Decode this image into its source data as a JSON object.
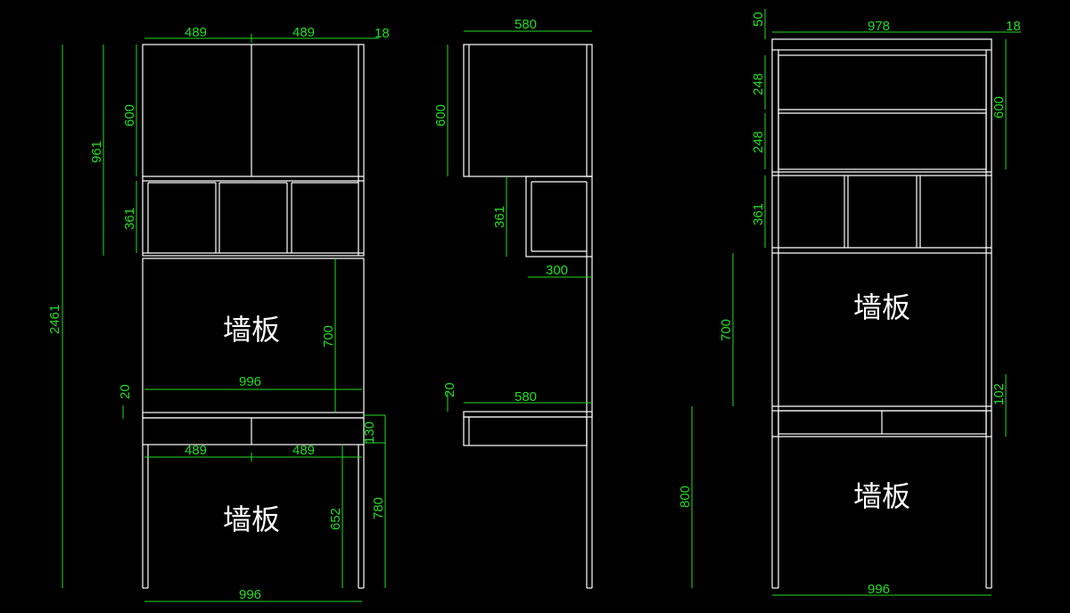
{
  "labels": {
    "wall_panel": "墙板"
  },
  "front": {
    "w489a": "489",
    "w489b": "489",
    "w18": "18",
    "total_h": "2461",
    "upper_h": "961",
    "door_h": "600",
    "cubby_h": "361",
    "panel_h": "700",
    "desk_thk": "20",
    "desk_w": "996",
    "drawer_h": "130",
    "leg_h": "780",
    "knee_h": "652",
    "dw489a": "489",
    "dw489b": "489",
    "bottom_w": "996"
  },
  "side": {
    "top_d": "580",
    "door_h": "600",
    "cubby_h": "361",
    "cubby_d": "300",
    "desk_thk": "20",
    "desk_d": "580"
  },
  "right": {
    "top_thk": "50",
    "inner_w": "978",
    "side_thk": "18",
    "shelf1": "248",
    "shelf2": "248",
    "shelf_total": "600",
    "cubby_h": "361",
    "panel_h": "700",
    "desk_h": "102",
    "leg_h": "800",
    "bottom_w": "996"
  }
}
